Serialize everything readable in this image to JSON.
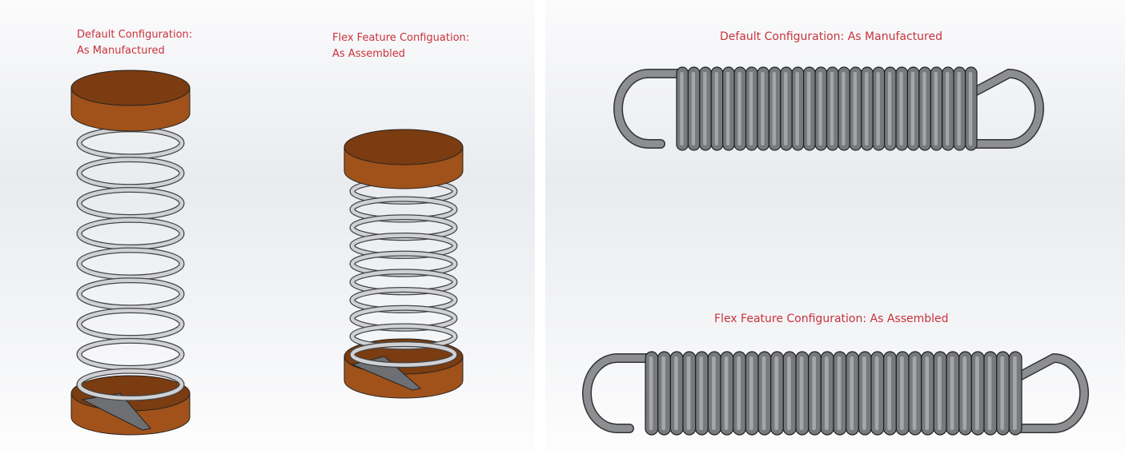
{
  "left_view": {
    "label_default": [
      "Default Configuration:",
      "As Manufactured"
    ],
    "label_flex": [
      "Flex Feature Configuation:",
      "As Assembled"
    ]
  },
  "right_view": {
    "label_default": "Default Configuration: As Manufactured",
    "label_flex": "Flex Feature Configuration: As Assembled"
  },
  "colors": {
    "label": "#c8323c",
    "cap": "#a0521a",
    "cap_top": "#7a3c10",
    "spring": "#8a8c90"
  }
}
